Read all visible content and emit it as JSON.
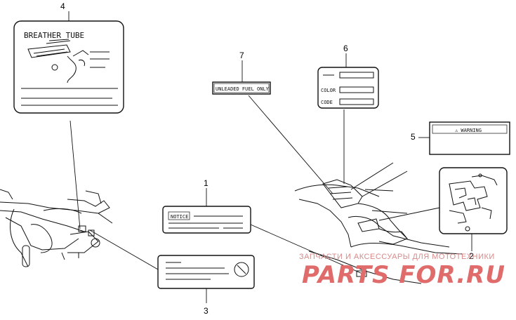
{
  "callouts": {
    "n1": "1",
    "n2": "2",
    "n3": "3",
    "n4": "4",
    "n5": "5",
    "n6": "6",
    "n7": "7"
  },
  "labels": {
    "breather": "BREATHER TUBE",
    "unleaded": "UNLEADED FUEL ONLY",
    "color": "COLOR",
    "code": "CODE",
    "warning": "⚠ WARNING",
    "notice": "NOTICE"
  },
  "watermark": {
    "line1": "ЗАПЧАСТИ И АКСЕССУАРЫ ДЛЯ МОТОТЕХНИКИ",
    "line2": "PARTS FOR.RU"
  }
}
